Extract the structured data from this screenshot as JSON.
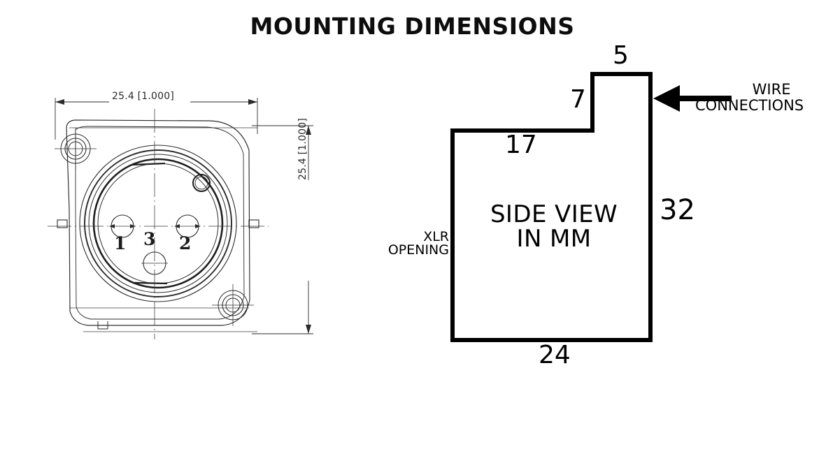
{
  "title": "MOUNTING DIMENSIONS",
  "colors": {
    "background": "#ffffff",
    "ink": "#000000",
    "cad_line": "#2b2b2b",
    "dimension_text": "#2a2a2a"
  },
  "front_view": {
    "name": "XLR connector front view",
    "dimensions": {
      "width_label": "25.4 [1.000]",
      "height_label": "25.4 [1.000]"
    },
    "pins": [
      {
        "number": "1"
      },
      {
        "number": "3"
      },
      {
        "number": "2"
      }
    ]
  },
  "side_view": {
    "caption_line1": "SIDE VIEW",
    "caption_line2": "IN MM",
    "xlr_opening_line1": "XLR",
    "xlr_opening_line2": "OPENING",
    "wire_connections_line1": "WIRE",
    "wire_connections_line2": "CONNECTIONS",
    "dimensions": {
      "top_step_width": "5",
      "step_height": "7",
      "shoulder_width": "17",
      "overall_height": "32",
      "overall_width": "24"
    }
  },
  "chart_data": {
    "type": "table",
    "title": "MOUNTING DIMENSIONS",
    "units": "mm (inches in brackets)",
    "views": [
      {
        "name": "front view",
        "measurements": [
          {
            "label": "width",
            "value": "25.4 [1.000]"
          },
          {
            "label": "height",
            "value": "25.4 [1.000]"
          }
        ]
      },
      {
        "name": "side view",
        "units": "mm",
        "measurements": [
          {
            "label": "top step width",
            "value": "5"
          },
          {
            "label": "step height",
            "value": "7"
          },
          {
            "label": "shoulder width",
            "value": "17"
          },
          {
            "label": "overall height",
            "value": "32"
          },
          {
            "label": "overall width",
            "value": "24"
          }
        ]
      }
    ]
  }
}
